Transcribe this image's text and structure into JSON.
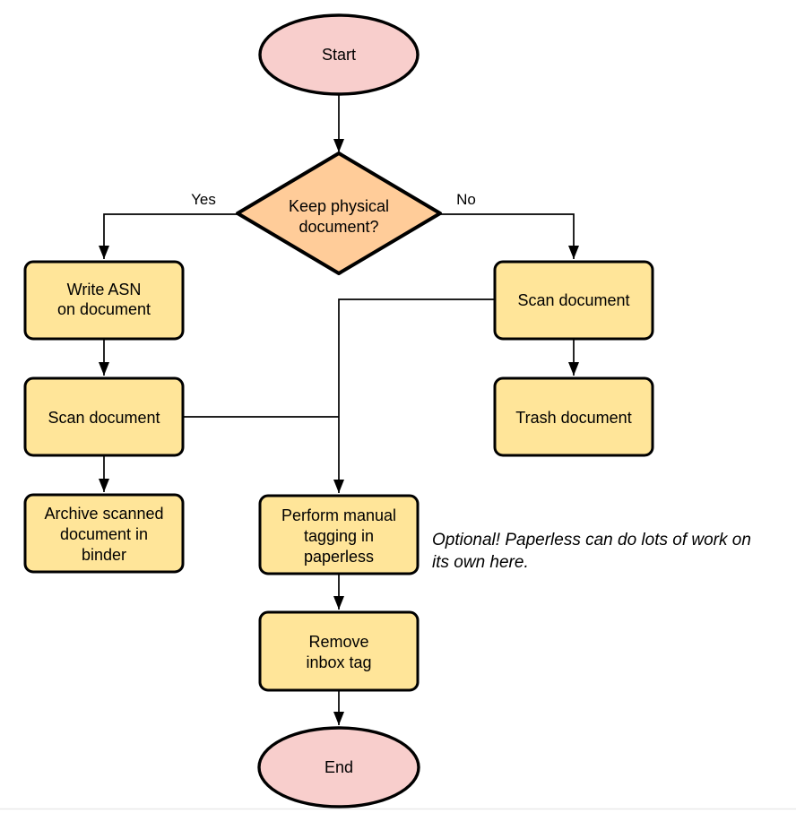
{
  "page": {
    "background": "#ffffff",
    "bottom_divider_color": "#e9e9e9"
  },
  "colors": {
    "terminal_fill": "#f8cecc",
    "decision_fill": "#ffcc99",
    "process_fill": "#ffe599",
    "stroke": "#000000",
    "text": "#000000"
  },
  "nodes": {
    "start": {
      "shape": "ellipse",
      "label": "Start"
    },
    "keep_physical": {
      "shape": "diamond",
      "lines": [
        "Keep physical",
        "document?"
      ]
    },
    "write_asn": {
      "shape": "rounded-rect",
      "lines": [
        "Write ASN",
        "on document"
      ]
    },
    "scan_document_left": {
      "shape": "rounded-rect",
      "lines": [
        "Scan document"
      ]
    },
    "archive_scanned": {
      "shape": "rounded-rect",
      "lines": [
        "Archive scanned",
        "document in",
        "binder"
      ]
    },
    "scan_document_right": {
      "shape": "rounded-rect",
      "lines": [
        "Scan document"
      ]
    },
    "trash_document": {
      "shape": "rounded-rect",
      "lines": [
        "Trash document"
      ]
    },
    "manual_tagging": {
      "shape": "rounded-rect",
      "lines": [
        "Perform manual",
        "tagging in",
        "paperless"
      ]
    },
    "remove_inbox_tag": {
      "shape": "rounded-rect",
      "lines": [
        "Remove",
        "inbox tag"
      ]
    },
    "end": {
      "shape": "ellipse",
      "label": "End"
    }
  },
  "edge_labels": {
    "yes": "Yes",
    "no": "No"
  },
  "note": {
    "style": "italic",
    "lines": [
      "Optional! Paperless can do lots of work on",
      "its own here."
    ]
  },
  "edges": [
    {
      "from": "start",
      "to": "keep_physical"
    },
    {
      "from": "keep_physical",
      "to": "write_asn",
      "label": "Yes"
    },
    {
      "from": "keep_physical",
      "to": "scan_document_right",
      "label": "No"
    },
    {
      "from": "write_asn",
      "to": "scan_document_left"
    },
    {
      "from": "scan_document_left",
      "to": "archive_scanned"
    },
    {
      "from": "scan_document_left",
      "to": "manual_tagging"
    },
    {
      "from": "scan_document_right",
      "to": "trash_document"
    },
    {
      "from": "scan_document_right",
      "to": "manual_tagging"
    },
    {
      "from": "manual_tagging",
      "to": "remove_inbox_tag"
    },
    {
      "from": "remove_inbox_tag",
      "to": "end"
    }
  ]
}
